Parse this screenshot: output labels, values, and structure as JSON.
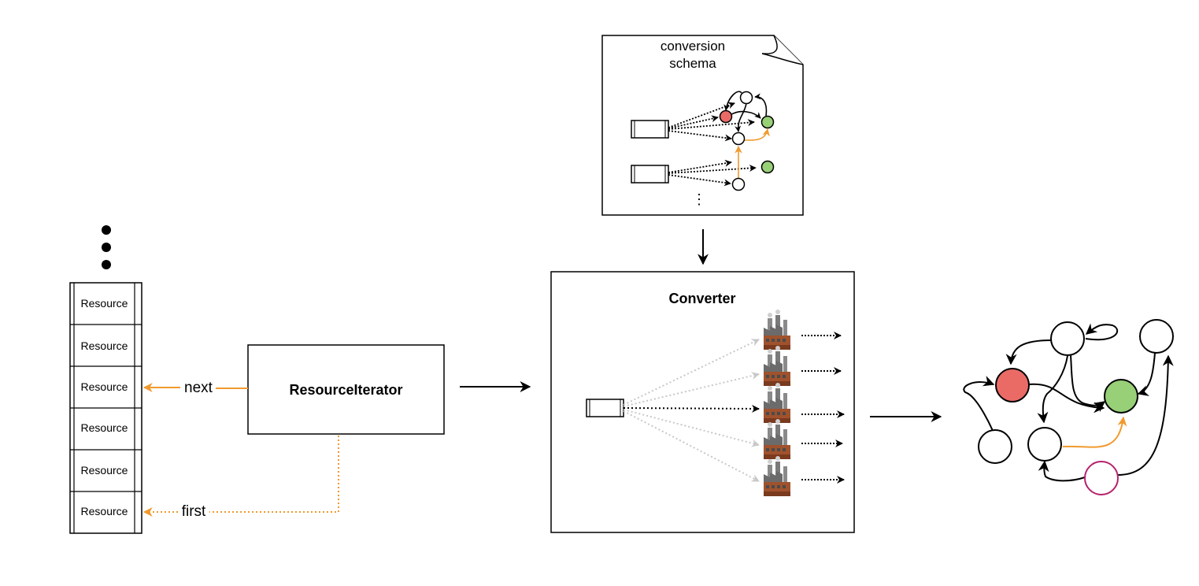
{
  "resource_list": {
    "items": [
      "Resource",
      "Resource",
      "Resource",
      "Resource",
      "Resource",
      "Resource"
    ]
  },
  "edges": {
    "next_label": "next",
    "first_label": "first"
  },
  "iterator": {
    "title": "ResourceIterator"
  },
  "converter": {
    "title": "Converter"
  },
  "schema": {
    "title_line1": "conversion",
    "title_line2": "schema",
    "ellipsis": "⋮"
  },
  "colors": {
    "orange": "#f09a2e",
    "red_node": "#ea6b66",
    "green_node": "#97d077",
    "magenta_node": "#b5226d",
    "grey_arrow": "#c8c8c8"
  }
}
